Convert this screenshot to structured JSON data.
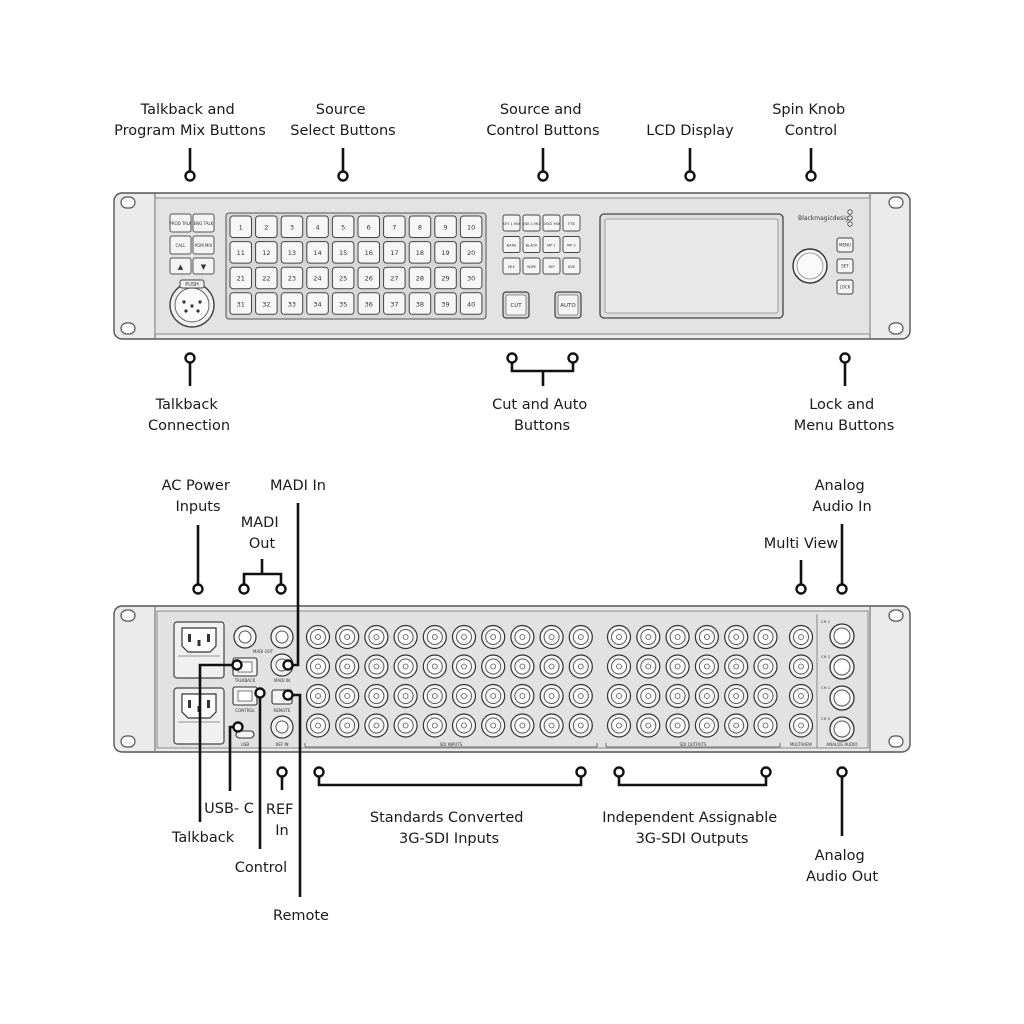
{
  "front_callouts": {
    "talkback_program": [
      "Talkback and",
      "Program Mix Buttons"
    ],
    "source_select": [
      "Source",
      "Select Buttons"
    ],
    "source_control": [
      "Source and",
      "Control  Buttons"
    ],
    "lcd_display": [
      "LCD Display"
    ],
    "spin_knob": [
      "Spin Knob",
      "Control"
    ],
    "talkback_connection": [
      "Talkback",
      "Connection"
    ],
    "cut_auto": [
      "Cut and Auto",
      "Buttons"
    ],
    "lock_menu": [
      "Lock and",
      "Menu Buttons"
    ]
  },
  "rear_callouts": {
    "ac_power": [
      "AC Power",
      "Inputs"
    ],
    "madi_in": [
      "MADI In"
    ],
    "madi_out": [
      "MADI",
      "Out"
    ],
    "multi_view": [
      "Multi View"
    ],
    "analog_in": [
      "Analog",
      "Audio In"
    ],
    "usb_c": [
      "USB- C"
    ],
    "talkback": [
      "Talkback"
    ],
    "control": [
      "Control"
    ],
    "remote": [
      "Remote"
    ],
    "ref_in": [
      "REF",
      "In"
    ],
    "sdi_inputs": [
      "Standards Converted",
      "3G-SDI Inputs"
    ],
    "sdi_outputs": [
      "Independent Assignable",
      "3G-SDI Outputs"
    ],
    "analog_out": [
      "Analog",
      "Audio Out"
    ]
  },
  "front_panel": {
    "left_buttons": [
      "PROD TALK",
      "ENG TALK",
      "CALL",
      "PGM MIX",
      "▲",
      "▼"
    ],
    "push_label": "PUSH",
    "source_numbers": [
      1,
      2,
      3,
      4,
      5,
      6,
      7,
      8,
      9,
      10,
      11,
      12,
      13,
      14,
      15,
      16,
      17,
      18,
      19,
      20,
      21,
      22,
      23,
      24,
      25,
      26,
      27,
      28,
      29,
      30,
      31,
      32,
      33,
      34,
      35,
      36,
      37,
      38,
      39,
      40
    ],
    "control_buttons": [
      "KEY 1 MIX",
      "DSK 1 MIX",
      "DSK2 MIX",
      "FTB",
      "BARS",
      "BLACK",
      "MP 1",
      "MP 2",
      "MIX",
      "WIPE",
      "DIP",
      "DVE"
    ],
    "cut_label": "CUT",
    "auto_label": "AUTO",
    "brand": "Blackmagicdesign",
    "menu_buttons": [
      "MENU",
      "SET",
      "LOCK"
    ]
  },
  "rear_panel": {
    "port_labels": {
      "madi_out": "MADI OUT",
      "madi_in": "MADI IN",
      "talkback": "TALKBACK",
      "control": "CONTROL",
      "remote": "REMOTE",
      "usb": "USB",
      "ref_in": "REF IN",
      "sdi_inputs": "SDI INPUTS",
      "sdi_outputs": "SDI OUTPUTS",
      "multiview": "MULTIVIEW",
      "analog_audio": "ANALOG AUDIO"
    },
    "audio_channels": [
      "CH 1",
      "CH 2",
      "CH 1",
      "CH 2"
    ]
  }
}
